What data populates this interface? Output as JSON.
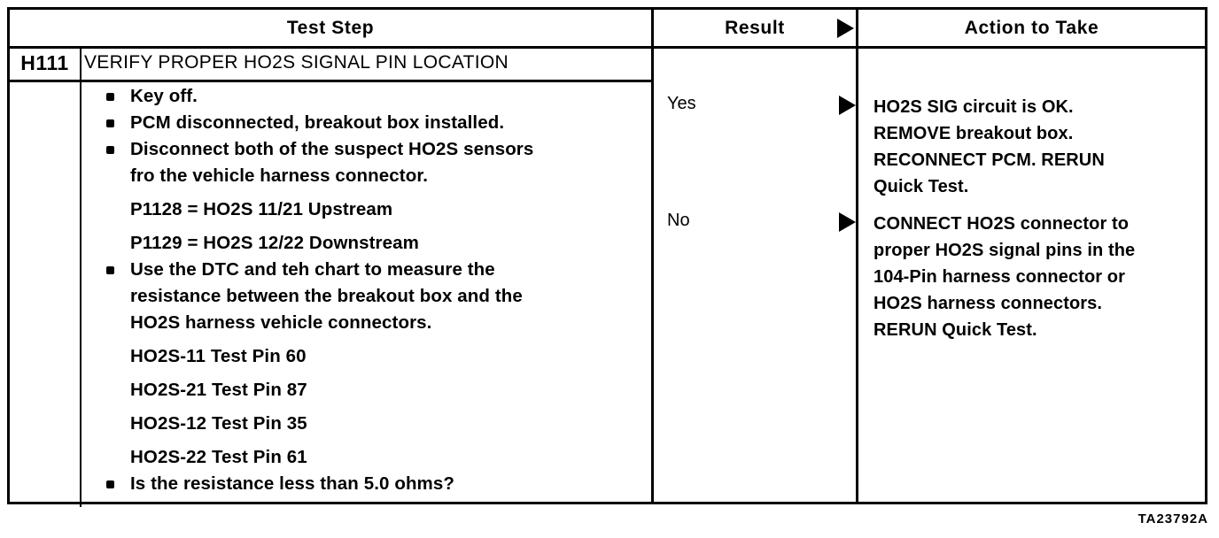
{
  "document": {
    "figure_code": "TA23792A"
  },
  "table": {
    "headers": {
      "test_step": "Test Step",
      "result": "Result",
      "action": "Action to Take",
      "result_arrow_icon": "right-triangle-icon"
    },
    "step": {
      "id": "H111",
      "title": "VERIFY PROPER HO2S SIGNAL PIN LOCATION",
      "lines": [
        {
          "bullet": true,
          "text": "Key off."
        },
        {
          "bullet": true,
          "text": "PCM disconnected, breakout box installed."
        },
        {
          "bullet": true,
          "text": "Disconnect both of the suspect HO2S sensors",
          "cont": "fro the vehicle harness connector."
        },
        {
          "bullet": false,
          "text": "P1128 = HO2S 11/21 Upstream",
          "spaced": true
        },
        {
          "bullet": false,
          "text": "P1129 = HO2S 12/22 Downstream",
          "spaced": true
        },
        {
          "bullet": true,
          "text": "Use the DTC and teh chart to measure the",
          "cont": "resistance between the breakout box and the",
          "cont2": "HO2S harness vehicle connectors."
        },
        {
          "bullet": false,
          "text": "HO2S-11 Test Pin 60",
          "spaced": true
        },
        {
          "bullet": false,
          "text": "HO2S-21 Test Pin 87",
          "spaced": true
        },
        {
          "bullet": false,
          "text": "HO2S-12 Test Pin 35",
          "spaced": true
        },
        {
          "bullet": false,
          "text": "HO2S-22 Test Pin 61",
          "spaced": true
        },
        {
          "bullet": true,
          "text": "Is the resistance less than 5.0 ohms?"
        }
      ]
    },
    "branches": [
      {
        "result": "Yes",
        "arrow_icon": "right-triangle-icon",
        "action_lines": [
          "HO2S SIG circuit is OK.",
          "REMOVE breakout box.",
          "RECONNECT PCM. RERUN",
          "Quick Test."
        ]
      },
      {
        "result": "No",
        "arrow_icon": "right-triangle-icon",
        "action_lines": [
          "CONNECT HO2S connector to",
          "proper HO2S signal pins in the",
          "104-Pin harness connector or",
          "HO2S harness connectors.",
          "RERUN Quick Test."
        ]
      }
    ]
  },
  "colors": {
    "ink": "#000000",
    "paper": "#ffffff"
  }
}
